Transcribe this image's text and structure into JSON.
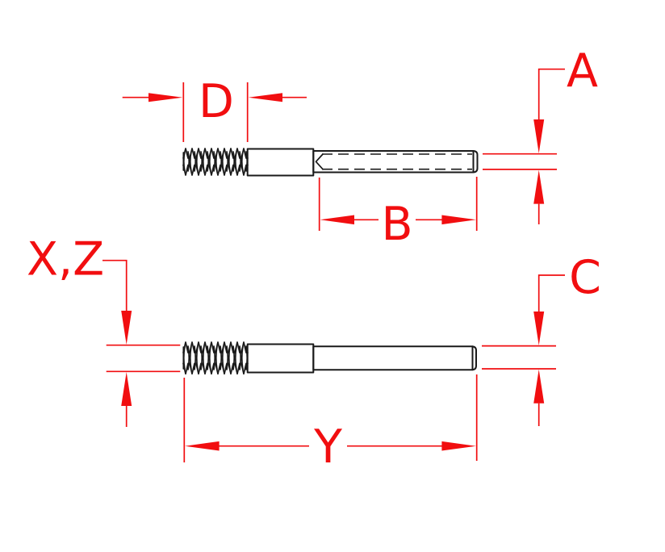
{
  "drawing": {
    "background_color": "#ffffff",
    "part_outline_color": "#1a1a1a",
    "dimension_color": "#f10e10",
    "dimensions": {
      "a": {
        "label": "A"
      },
      "b": {
        "label": "B"
      },
      "c": {
        "label": "C"
      },
      "d": {
        "label": "D"
      },
      "xz": {
        "label": "X,Z"
      },
      "y": {
        "label": "Y"
      }
    }
  }
}
